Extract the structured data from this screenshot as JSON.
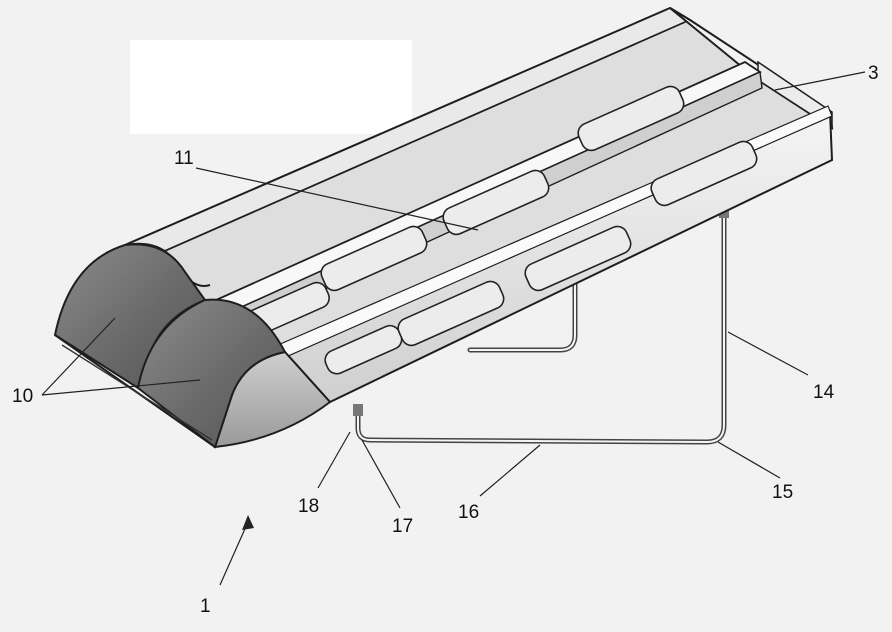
{
  "figure": {
    "reference_numerals": {
      "assembly": "1",
      "tray_end": "3",
      "end_caps": "10",
      "center_rail": "11",
      "vertical_pipe": "14",
      "pipe_elbow": "15",
      "horizontal_pipe": "16",
      "pipe_joint": "17",
      "pipe_connector": "18"
    },
    "colors": {
      "background": "#f2f2f2",
      "tray_light": "#f7f7f7",
      "tray_mid": "#dcdcdc",
      "tray_dark": "#8a8a8a",
      "end_cap": "#6e6e6e",
      "redaction_box": "#ffffff"
    }
  }
}
